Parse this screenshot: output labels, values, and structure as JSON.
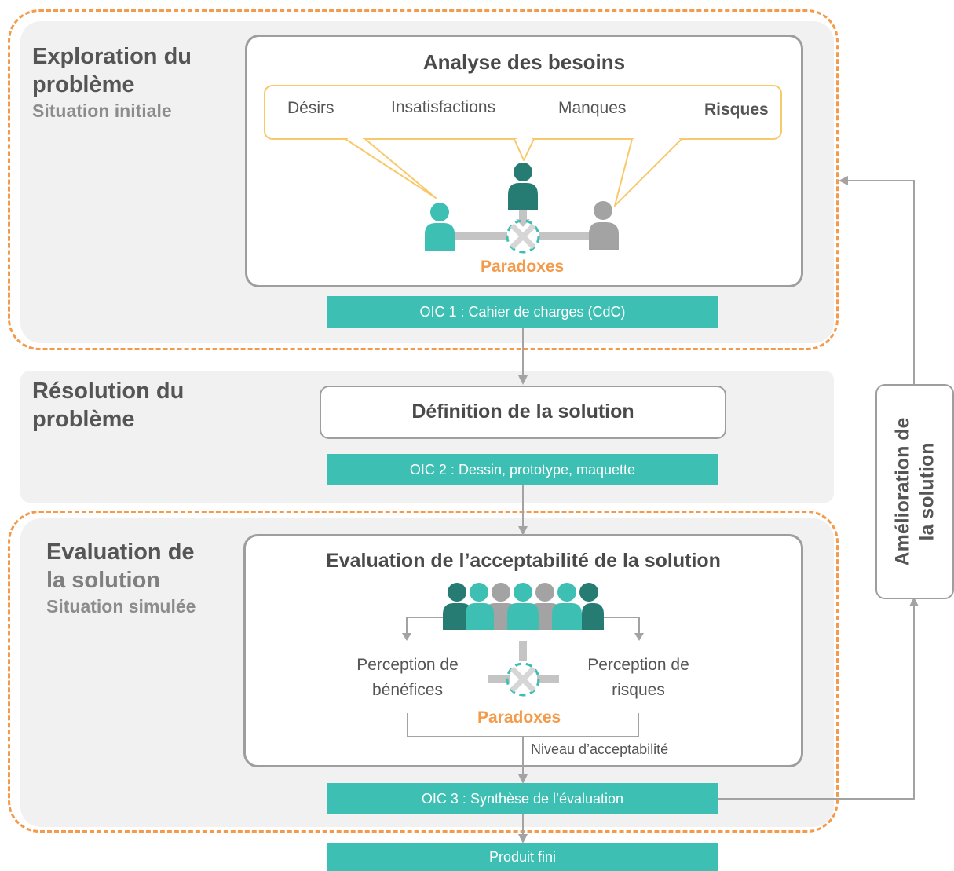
{
  "phases": {
    "exploration": {
      "title_line1": "Exploration du",
      "title_line2": "problème",
      "subtitle": "Situation initiale"
    },
    "resolution": {
      "title_line1": "Résolution du",
      "title_line2": "problème"
    },
    "evaluation": {
      "title_line1": "Evaluation de",
      "title_line2": "la solution",
      "subtitle": "Situation simulée"
    }
  },
  "needs_analysis": {
    "title": "Analyse des besoins",
    "needs": [
      "Désirs",
      "Insatisfactions",
      "Manques",
      "Risques"
    ],
    "paradox_label": "Paradoxes"
  },
  "definition": {
    "title": "Définition de la solution"
  },
  "acceptability": {
    "title": "Evaluation de l’acceptabilité de la solution",
    "perception_benefits": [
      "Perception de",
      "bénéfices"
    ],
    "perception_risks": [
      "Perception de",
      "risques"
    ],
    "paradox_label": "Paradoxes",
    "level_label": "Niveau d’acceptabilité"
  },
  "outputs": {
    "oic1": "OIC 1 : Cahier de charges (CdC)",
    "oic2": "OIC 2 : Dessin, prototype, maquette",
    "oic3": "OIC 3 : Synthèse de l’évaluation",
    "final": "Produit fini"
  },
  "feedback": {
    "line1": "Amélioration de",
    "line2": "la solution"
  },
  "colors": {
    "teal": "#3dbfb3",
    "dark_teal": "#267b72",
    "grey": "#a3a3a3",
    "orange": "#f39a4b",
    "callout": "#f7c96a"
  }
}
